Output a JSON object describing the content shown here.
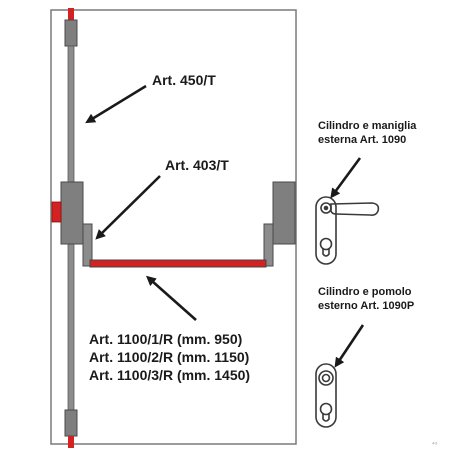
{
  "labels": {
    "rod": "Art. 450/T",
    "pushbar_head": "Art. 403/T",
    "crossbar": [
      "Art. 1100/1/R (mm. 950)",
      "Art. 1100/2/R (mm. 1150)",
      "Art. 1100/3/R (mm. 1450)"
    ],
    "handle": [
      "Cilindro e maniglia",
      "esterna Art. 1090"
    ],
    "knob": [
      "Cilindro e pomolo",
      "esterno Art. 1090P"
    ]
  },
  "colors": {
    "door_outline": "#7a7a7a",
    "rod_gray": "#8c8c8c",
    "rod_dark": "#5a5a5a",
    "bar_red": "#d42222",
    "arrow": "#1a1a1a"
  },
  "watermark": "⁴⁹"
}
